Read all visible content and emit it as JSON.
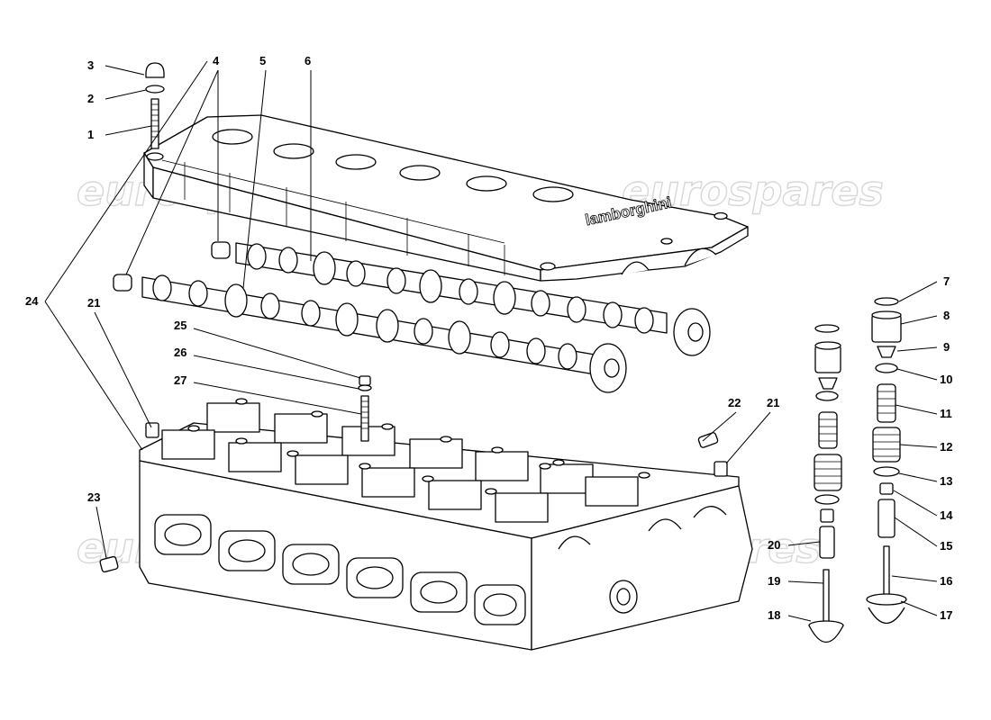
{
  "watermark": "eurospares",
  "cover_brand": "lamborghini",
  "callouts": [
    "1",
    "2",
    "3",
    "4",
    "5",
    "6",
    "7",
    "8",
    "9",
    "10",
    "11",
    "12",
    "13",
    "14",
    "15",
    "16",
    "17",
    "18",
    "19",
    "20",
    "21",
    "21",
    "22",
    "23",
    "24",
    "25",
    "26",
    "27"
  ]
}
